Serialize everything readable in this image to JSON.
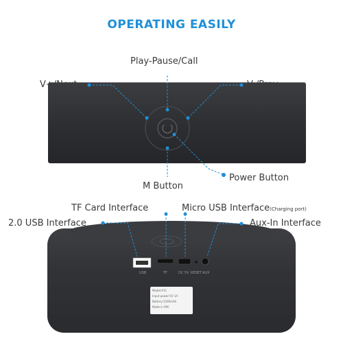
{
  "title": "OPERATING EASILY",
  "labels": {
    "play_pause_call": "Play-Pause/Call",
    "v_plus_next": "V+/Next",
    "v_minus_prev": "V-/Prev",
    "m_button": "M Button",
    "power_button": "Power Button",
    "tf_card_interface": "TF Card Interface",
    "micro_usb_interface": "Micro USB Interface",
    "charging_port": "(Charging port)",
    "usb_interface": "2.0 USB Interface",
    "aux_in_interface": "Aux-In Interface"
  },
  "port_labels": {
    "usb": "USB",
    "tf": "TF",
    "dc": "DC 5V",
    "reset": "RESET",
    "aux": "AUX"
  },
  "sticker": {
    "model": "Model:A11",
    "input": "Input power:5V 1A",
    "battery": "Battery:1500mAh",
    "made": "Made in PRC"
  },
  "colors": {
    "accent": "#1f8fd8",
    "speaker_body": "#2f3033",
    "label_text": "#3a3a3a"
  }
}
